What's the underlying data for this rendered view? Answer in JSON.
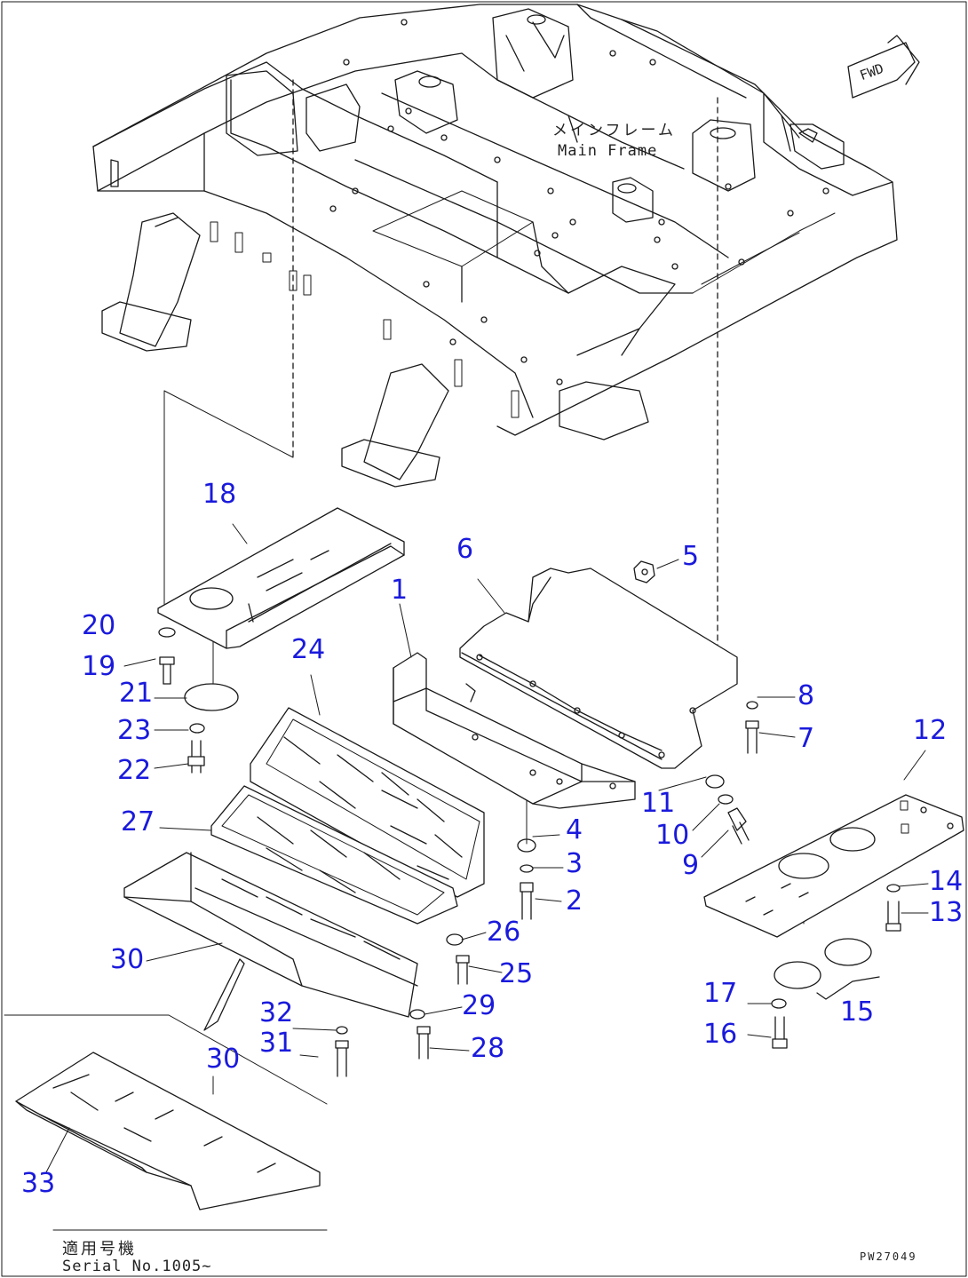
{
  "diagram": {
    "frame_label_jp": "メインフレーム",
    "frame_label_en": "Main Frame",
    "fwd_label": "FWD",
    "serial_jp": "適用号機",
    "serial_en": "Serial No.1005~",
    "drawing_code": "PW27049"
  },
  "callouts": [
    {
      "id": "c1",
      "text": "1"
    },
    {
      "id": "c2",
      "text": "2"
    },
    {
      "id": "c3",
      "text": "3"
    },
    {
      "id": "c4",
      "text": "4"
    },
    {
      "id": "c5",
      "text": "5"
    },
    {
      "id": "c6",
      "text": "6"
    },
    {
      "id": "c7",
      "text": "7"
    },
    {
      "id": "c8",
      "text": "8"
    },
    {
      "id": "c9",
      "text": "9"
    },
    {
      "id": "c10",
      "text": "10"
    },
    {
      "id": "c11",
      "text": "11"
    },
    {
      "id": "c12",
      "text": "12"
    },
    {
      "id": "c13",
      "text": "13"
    },
    {
      "id": "c14",
      "text": "14"
    },
    {
      "id": "c15",
      "text": "15"
    },
    {
      "id": "c16",
      "text": "16"
    },
    {
      "id": "c17",
      "text": "17"
    },
    {
      "id": "c18",
      "text": "18"
    },
    {
      "id": "c19",
      "text": "19"
    },
    {
      "id": "c20",
      "text": "20"
    },
    {
      "id": "c21",
      "text": "21"
    },
    {
      "id": "c22",
      "text": "22"
    },
    {
      "id": "c23",
      "text": "23"
    },
    {
      "id": "c24",
      "text": "24"
    },
    {
      "id": "c25",
      "text": "25"
    },
    {
      "id": "c26",
      "text": "26"
    },
    {
      "id": "c27",
      "text": "27"
    },
    {
      "id": "c28",
      "text": "28"
    },
    {
      "id": "c29",
      "text": "29"
    },
    {
      "id": "c30a",
      "text": "30"
    },
    {
      "id": "c30b",
      "text": "30"
    },
    {
      "id": "c31",
      "text": "31"
    },
    {
      "id": "c32",
      "text": "32"
    },
    {
      "id": "c33",
      "text": "33"
    }
  ],
  "colors": {
    "callout": "#1a1adc",
    "line": "#1a1a1a",
    "background": "#ffffff"
  }
}
